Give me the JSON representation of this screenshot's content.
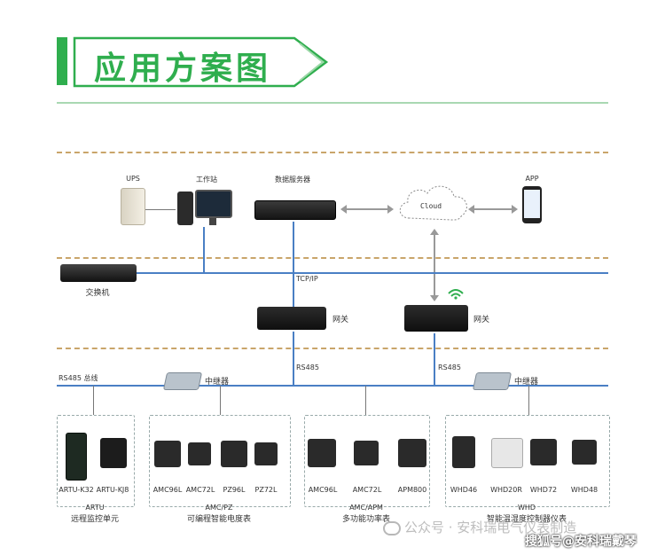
{
  "header": {
    "title": "应用方案图"
  },
  "top_devices": {
    "ups": "UPS",
    "workstation": "工作站",
    "server": "数据服务器",
    "cloud": "Cloud",
    "app": "APP",
    "switch": "交换机"
  },
  "network": {
    "tcpip": "TCP/IP",
    "gateway_left": "网关",
    "gateway_right": "网关",
    "rs485_left": "RS485",
    "rs485_right": "RS485",
    "rs485_bus": "RS485 总线",
    "repeater_left": "中继器",
    "repeater_right": "中继器"
  },
  "groups": [
    {
      "devices": [
        "ARTU-K32",
        "ARTU-KJ8"
      ],
      "title1": "ARTU",
      "title2": "远程监控单元"
    },
    {
      "devices": [
        "AMC96L",
        "AMC72L",
        "PZ96L",
        "PZ72L"
      ],
      "title1": "AMC/PZ",
      "title2": "可编程智能电度表"
    },
    {
      "devices": [
        "AMC96L",
        "AMC72L",
        "APM800"
      ],
      "title1": "AMC/APM",
      "title2": "多功能功率表"
    },
    {
      "devices": [
        "WHD46",
        "WHD20R",
        "WHD72",
        "WHD48"
      ],
      "title1": "WHD",
      "title2": "智能温湿度控制器仪表"
    }
  ],
  "watermark": {
    "wechat": "公众号 · 安科瑞电气仪表制造",
    "sohu": "搜狐号@安科瑞戴琴"
  },
  "colors": {
    "accent_green": "#2fae4e",
    "dash_brown": "#c9a56a",
    "bus_blue": "#4a7fc4"
  }
}
